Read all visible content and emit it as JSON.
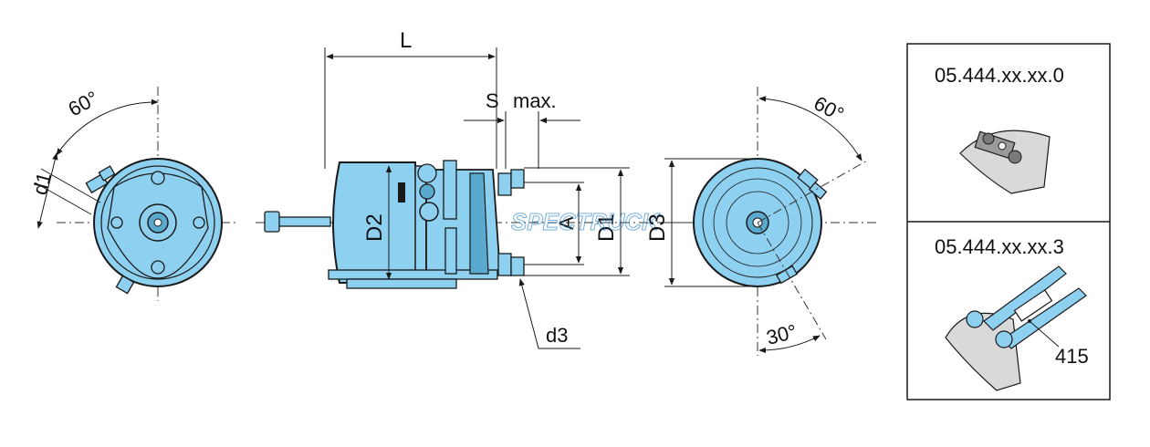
{
  "colors": {
    "body_blue": "#8ed0ef",
    "body_blue_dark": "#5aa9cf",
    "line": "#1a1a1a",
    "watermark": "#3a8fd1"
  },
  "dimensions": {
    "L": "L",
    "S": "S",
    "max": "max.",
    "A": "A",
    "D1": "D1",
    "D2": "D2",
    "D3": "D3",
    "d1": "d1",
    "d3": "d3"
  },
  "angles": {
    "left_top": "60°",
    "right_top": "60°",
    "right_bottom": "30°"
  },
  "watermark": "SPECTRUCK",
  "variants": [
    {
      "code": "05.444.xx.xx.0"
    },
    {
      "code": "05.444.xx.xx.3",
      "callout": "415"
    }
  ]
}
